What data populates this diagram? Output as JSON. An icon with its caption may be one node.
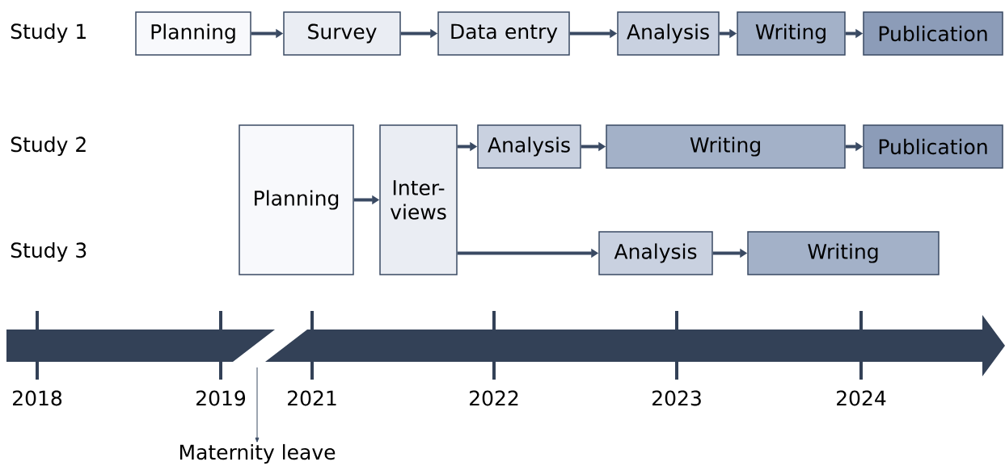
{
  "diagram": {
    "nodes": [
      {
        "text": [
          "Planning"
        ]
      },
      {
        "text": [
          "Survey"
        ]
      },
      {
        "text": [
          "Data entry"
        ]
      },
      {
        "text": [
          "Analysis"
        ]
      },
      {
        "text": [
          "Writing"
        ]
      },
      {
        "text": [
          "Publication"
        ]
      },
      {
        "text": [
          "Planning"
        ]
      },
      {
        "text": [
          "Inter- views"
        ]
      },
      {
        "text": [
          "Analysis"
        ]
      },
      {
        "text": [
          "Writing"
        ]
      },
      {
        "text": [
          "Publication"
        ]
      },
      {
        "text": [
          "Analysis"
        ]
      },
      {
        "text": [
          "Writing"
        ]
      },
      {
        "text": [
          "Maternity leave"
        ]
      }
    ],
    "edges": [
      {
        "from": 0,
        "to": 1,
        "arrow": "to"
      },
      {
        "from": 1,
        "to": 2,
        "arrow": "to"
      },
      {
        "from": 2,
        "to": 3,
        "arrow": "to"
      },
      {
        "from": 3,
        "to": 4,
        "arrow": "to"
      },
      {
        "from": 4,
        "to": 5,
        "arrow": "to"
      },
      {
        "from": 6,
        "to": 7,
        "arrow": "to"
      },
      {
        "from": 7,
        "to": 8,
        "arrow": "to"
      },
      {
        "from": 8,
        "to": 9,
        "arrow": "to"
      },
      {
        "from": 9,
        "to": 10,
        "arrow": "to"
      },
      {
        "from": 7,
        "to": 11,
        "arrow": "to"
      },
      {
        "from": 11,
        "to": 12,
        "arrow": "to"
      },
      {
        "from": null,
        "to": 13,
        "arrow": "to"
      }
    ],
    "labels": [
      "Study 1",
      "Study 2",
      "Study 3",
      "2018",
      "2019",
      "2021",
      "2022",
      "2023",
      "2024"
    ]
  }
}
